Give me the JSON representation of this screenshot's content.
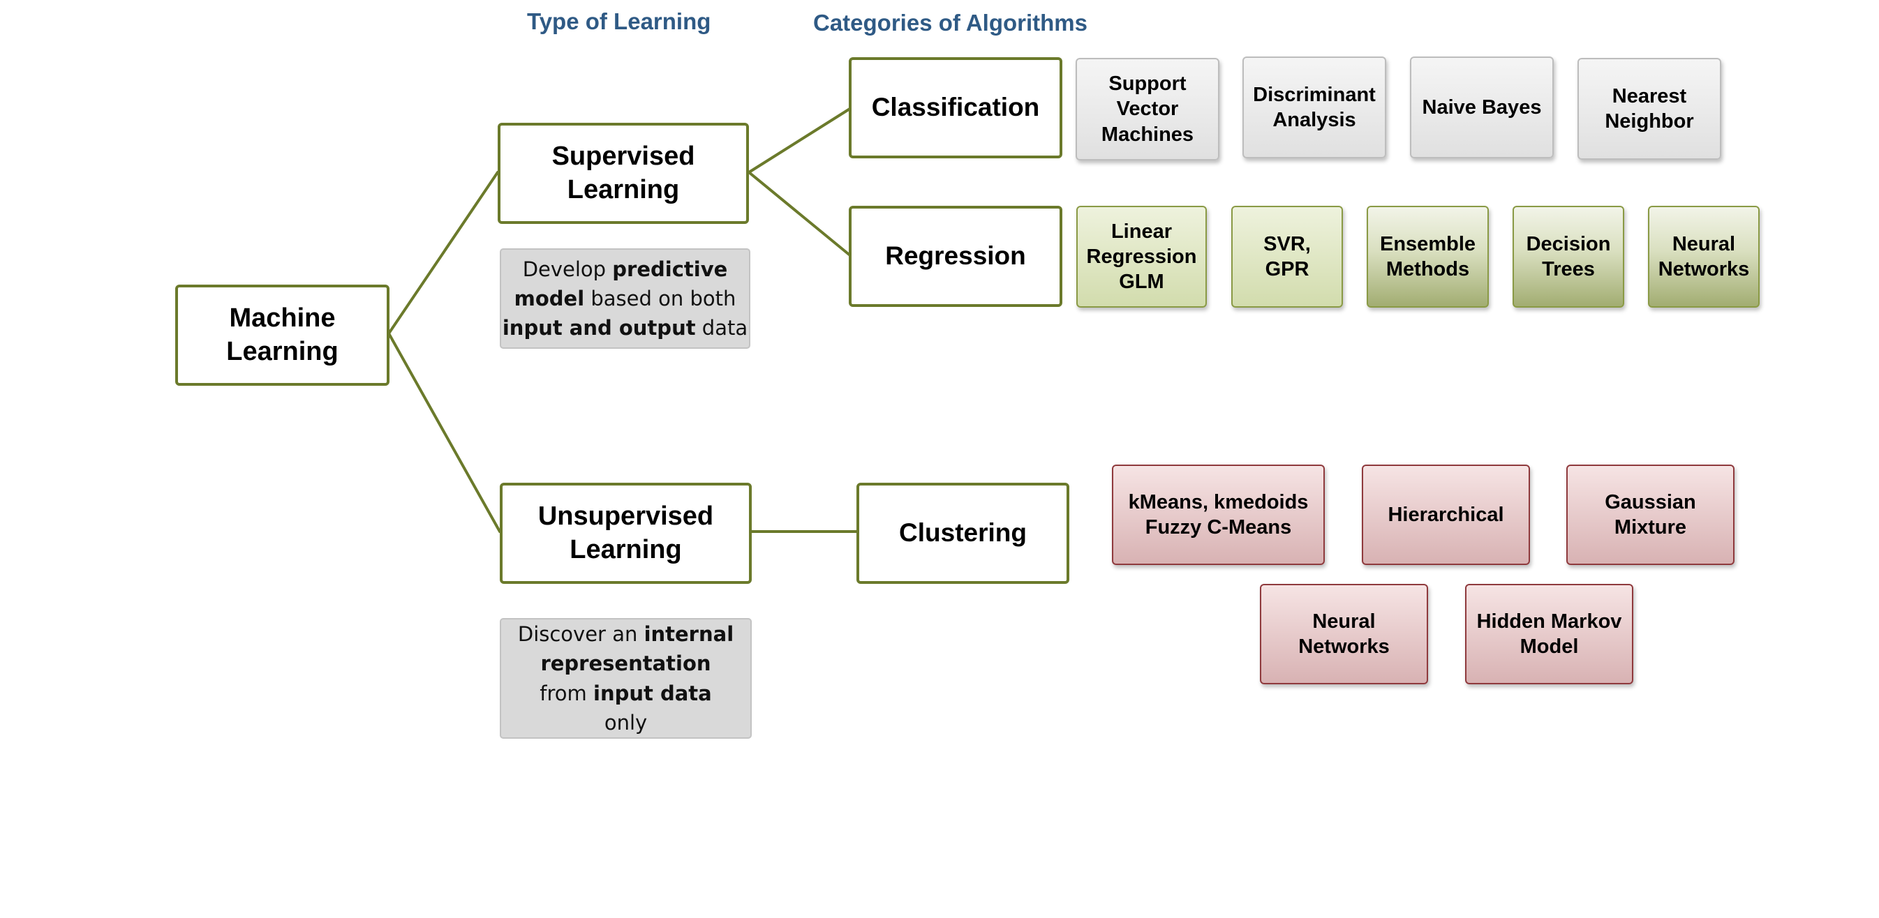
{
  "headers": {
    "type_of_learning": "Type of Learning",
    "categories": "Categories of Algorithms"
  },
  "root": {
    "label": "Machine\nLearning"
  },
  "supervised": {
    "label": "Supervised\nLearning",
    "desc": {
      "t1": "Develop ",
      "b1": "predictive model",
      "t2": " based on both ",
      "b2": "input and output",
      "t3": " data"
    }
  },
  "unsupervised": {
    "label": "Unsupervised\nLearning",
    "desc": {
      "t1": "Discover an ",
      "b1": "internal representation",
      "t2": " from ",
      "b2": "input data",
      "t3": " only"
    }
  },
  "classification": {
    "label": "Classification",
    "algorithms": [
      "Support\nVector\nMachines",
      "Discriminant\nAnalysis",
      "Naive Bayes",
      "Nearest\nNeighbor"
    ]
  },
  "regression": {
    "label": "Regression",
    "algorithms": [
      "Linear\nRegression\nGLM",
      "SVR,\nGPR",
      "Ensemble\nMethods",
      "Decision\nTrees",
      "Neural\nNetworks"
    ]
  },
  "clustering": {
    "label": "Clustering",
    "algorithms": [
      "kMeans, kmedoids\nFuzzy C-Means",
      "Hierarchical",
      "Gaussian\nMixture",
      "Neural\nNetworks",
      "Hidden Markov\nModel"
    ]
  },
  "colors": {
    "connector": "#6b7a2b",
    "header_text": "#2f5a85",
    "classification_fill": "#e8e8e8",
    "regression_fill": "#d9e1b9",
    "clustering_fill": "#e3c4c5"
  }
}
